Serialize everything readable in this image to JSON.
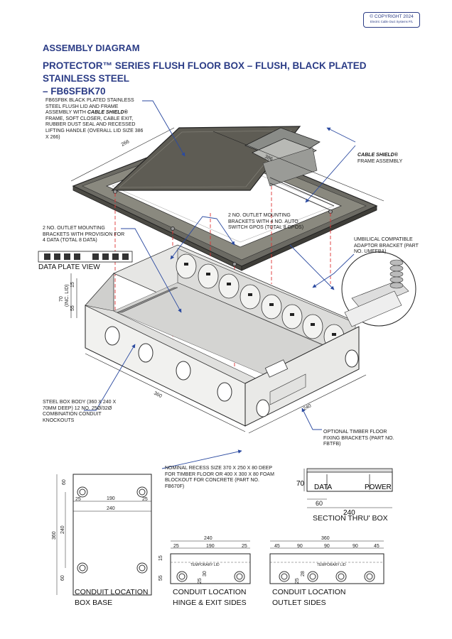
{
  "copyright": {
    "line1": "© COPYRIGHT 2024",
    "line2": "Electric Cable Duct Systems P/L"
  },
  "heading": "ASSEMBLY DIAGRAM",
  "title_line1": "PROTECTOR™ SERIES FLUSH FLOOR BOX – FLUSH, BLACK PLATED STAINLESS STEEL",
  "title_line2": "– FB6SFBK70",
  "labels": {
    "lid": "FB6SFBK BLACK PLATED STAINLESS STEEL FLUSH LID AND FRAME ASSEMBLY WITH",
    "lid_shield": "CABLE SHIELD®",
    "lid_rest": "FRAME, SOFT CLOSER, CABLE EXIT, RUBBER DUST SEAL AND RECESSED LIFTING HANDLE (OVERALL LID SIZE 386 x 266)",
    "frame_shield": "CABLE SHIELD®",
    "frame_rest": "FRAME ASSEMBLY",
    "brackets_gpo": "2 No. OUTLET MOUNTING BRACKETS WITH 4 No. AUTO SWITCH GPOs (TOTAL 8 GPOs)",
    "brackets_data": "2 No. OUTLET MOUNTING BRACKETS WITH PROVISION FOR 4 DATA (TOTAL 8 DATA)",
    "data_plate": "DATA PLATE VIEW",
    "umbilical": "UMBILICAL COMPATIBLE ADAPTOR BRACKET (PART No. UMFFBA)",
    "steel_box": "STEEL BOX BODY (360 x 240 x 70mm DEEP) 12 No. 25ø/32ø COMBINATION CONDUIT KNOCKOUTS",
    "timber": "OPTIONAL TIMBER FLOOR FIXING BRACKETS (PART No. FBTFB)",
    "recess": "NOMINAL RECESS SIZE 370 x 250 x 80 DEEP FOR TIMBER FLOOR OR 400 x 300 x 80 FOAM BLOCKOUT FOR CONCRETE (PART No. FB670F)",
    "section": "SECTION THRU' BOX",
    "section_data": "DATA",
    "section_power": "POWER",
    "cl_base_1": "CONDUIT  LOCATION",
    "cl_base_2": "BOX BASE",
    "cl_hinge_1": "CONDUIT  LOCATION",
    "cl_hinge_2": "HINGE & EXIT SIDES",
    "cl_outlet_1": "CONDUIT  LOCATION",
    "cl_outlet_2": "OUTLET SIDES",
    "temp_lid": "TEMPORARY LID"
  },
  "dims": {
    "lid_w": "266",
    "lid_l": "386",
    "box_l": "360",
    "box_w": "240",
    "h70": "70",
    "h_inc_lid": "(INC. LID)",
    "h55": "55",
    "h15": "15",
    "sec_70": "70",
    "sec_60": "60",
    "sec_240": "240",
    "base_60a": "60",
    "base_25a": "25",
    "base_190": "190",
    "base_25b": "25",
    "base_240": "240",
    "base_360": "360",
    "base_240v": "240",
    "base_60b": "60",
    "h_240": "240",
    "h_25a": "25",
    "h_190": "190",
    "h_25b": "25",
    "h_15": "15",
    "h_55": "55",
    "h_30": "30",
    "h_25c": "25",
    "o_360": "360",
    "o_45a": "45",
    "o_90a": "90",
    "o_90b": "90",
    "o_90c": "90",
    "o_45b": "45",
    "o_28": "28",
    "o_25": "25"
  },
  "colors": {
    "accent": "#2b3c86",
    "leader": "#2b4aa0",
    "red": "#d33",
    "lid": "#5e5c54"
  }
}
